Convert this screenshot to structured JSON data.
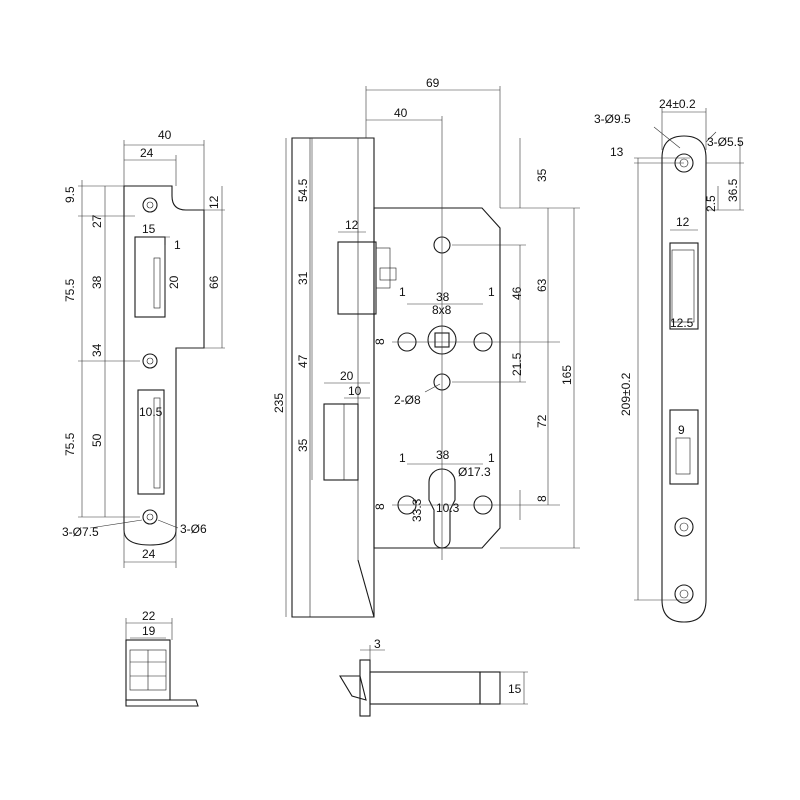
{
  "strike_plate": {
    "dims": {
      "w40": "40",
      "w24": "24",
      "d9_5": "9.5",
      "d27": "27",
      "d12": "12",
      "d15": "15",
      "d1": "1",
      "d20": "20",
      "d38": "38",
      "d66": "66",
      "d75_5a": "75.5",
      "d34": "34",
      "d10_5": "10.5",
      "d50": "50",
      "d75_5b": "75.5",
      "w24b": "24"
    },
    "callouts": {
      "holes_7_5": "3-Ø7.5",
      "holes_6": "3-Ø6"
    }
  },
  "lock_body": {
    "dims": {
      "w69": "69",
      "w40": "40",
      "d54_5": "54.5",
      "d12": "12",
      "d31": "31",
      "d47": "47",
      "d235": "235",
      "d20": "20",
      "d10": "10",
      "d35a": "35",
      "d35b": "35",
      "d63": "63",
      "d46": "46",
      "d165": "165",
      "d21_5": "21.5",
      "d72": "72",
      "d38a": "38",
      "sq8x8": "8x8",
      "one_a": "1",
      "one_b": "1",
      "d8a": "8",
      "hole_label": "2-Ø8",
      "one_c": "1",
      "one_d": "1",
      "d38b": "38",
      "dia17_3": "Ø17.3",
      "d8b": "8",
      "d33_3": "33.3",
      "d10_3": "10.3",
      "d8c": "8"
    }
  },
  "faceplate": {
    "dims": {
      "holes_9_5": "3-Ø9.5",
      "w24tol": "24±0.2",
      "holes_5_5": "3-Ø5.5",
      "d13": "13",
      "d36_5": "36.5",
      "d2_5": "2.5",
      "d12": "12",
      "d12_5": "12.5",
      "d209": "209±0.2",
      "d9": "9"
    }
  },
  "latch_top_view": {
    "dims": {
      "w22": "22",
      "w19": "19"
    }
  },
  "latch_side_view": {
    "dims": {
      "d3": "3",
      "d15": "15"
    }
  }
}
